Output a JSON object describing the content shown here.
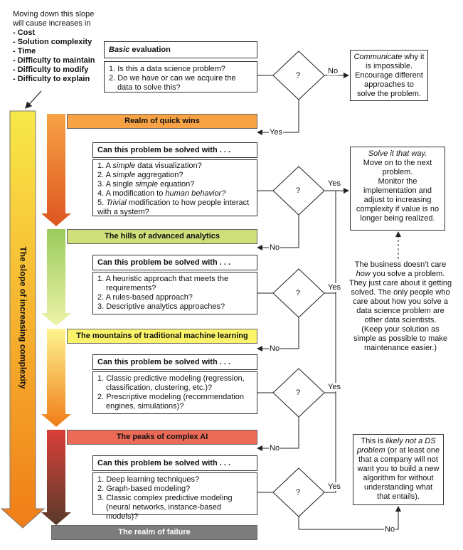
{
  "intro": {
    "line1": "Moving down this slope",
    "line2": "will cause increases in",
    "items": [
      "- Cost",
      "- Solution complexity",
      "- Time",
      "- Difficulty to maintain",
      "- Difficulty to modify",
      "- Difficulty to explain"
    ]
  },
  "slope_label": "The slope of increasing complexity",
  "basic": {
    "title_em": "Basic",
    "title_rest": " evaluation",
    "q1": "1. Is this a data science problem?",
    "q2": "2. Do we have or can we acquire the",
    "q2b": "data to solve this?"
  },
  "communicate": {
    "em": "Communicate",
    "rest": " why it",
    "l2": "is impossible.",
    "l3": "Encourage different",
    "l4": "approaches to",
    "l5": "solve the problem."
  },
  "bands": {
    "quick": "Realm of quick wins",
    "hills": "The hills of advanced analytics",
    "mountains": "The mountains of traditional machine learning",
    "peaks": "The peaks of complex AI",
    "failure": "The realm of failure"
  },
  "header": "Can this problem be solved with . . .",
  "quick_list": {
    "i1a": "1. A ",
    "i1b": "simple",
    "i1c": " data visualization?",
    "i2a": "2. A ",
    "i2b": "simple",
    "i2c": " aggregation?",
    "i3a": "3. A single ",
    "i3b": "simple",
    "i3c": " equation?",
    "i4a": "4. A modification to ",
    "i4b": "human behavior?",
    "i5a": "5. ",
    "i5b": "Trivial",
    "i5c": " modification to how people interact",
    "i5d": "with a system?"
  },
  "hills_list": [
    "1. A heuristic approach that meets the",
    "requirements?",
    "2. A rules-based approach?",
    "3. Descriptive analytics approaches?"
  ],
  "ml_list": [
    "1. Classic predictive modeling (regression,",
    "classification, clustering, etc.)?",
    "2. Prescriptive modeling (recommendation",
    "engines, simulations)?"
  ],
  "ai_list": [
    "1. Deep learning techniques?",
    "2. Graph-based modeling?",
    "3. Classic complex predictive modeling",
    "(neural networks, instance-based models)?"
  ],
  "solve": {
    "em": "Solve it that way.",
    "lines": [
      "Move on to the next",
      "problem.",
      "Monitor the",
      "implementation and",
      "adjust to increasing",
      "complexity if value is no",
      "longer being realized."
    ]
  },
  "business": [
    "The business doesn’t care",
    "how you solve a problem.",
    "They just care about it getting",
    "solved. The only people who",
    "care about how you solve a",
    "data science problem are",
    "other data scientists.",
    "(Keep your solution as",
    "simple as possible to make",
    "maintenance easier.)"
  ],
  "business_em": "how",
  "notds": {
    "l1": "This is ",
    "em1": "likely not a DS",
    "em2": "problem",
    "l2": " (or at least one",
    "lines": [
      "that a company will not",
      "want you to build a new",
      "algorithm for without",
      "understanding what",
      "that entails)."
    ]
  },
  "labels": {
    "yes": "Yes",
    "no": "No",
    "q": "?"
  },
  "colors": {
    "quick": "#f6a245",
    "hills": "#cfdf7a",
    "mountains": "#fbf46a",
    "peaks": "#ec6a58",
    "failure": "#7c7c7c"
  }
}
